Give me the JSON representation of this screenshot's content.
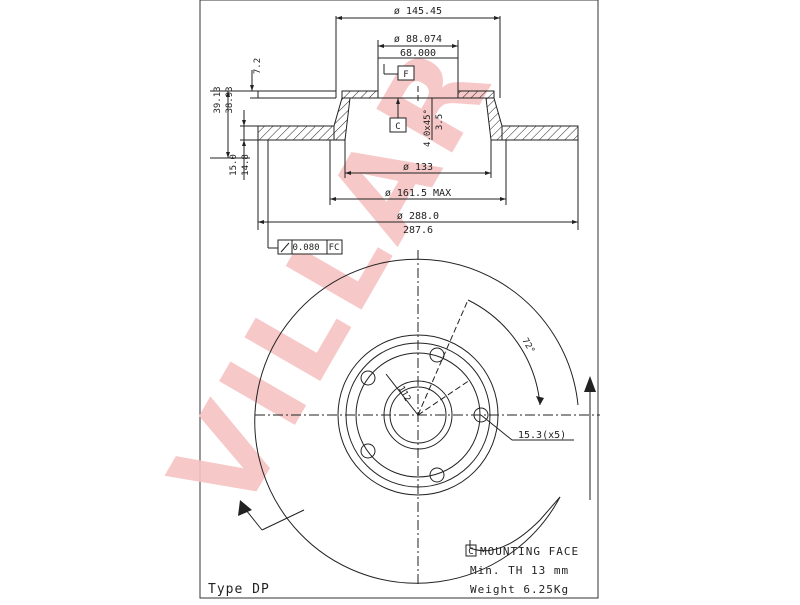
{
  "dimensions": {
    "d_outer_top": "ø 145.45",
    "d_pcd": "ø 88.074",
    "d_hub": "68.000",
    "h_total_a": "39.13",
    "h_total_b": "38.93",
    "h_hat": "7.2",
    "chamfer": "4.0x45°",
    "chamfer_b": "3.5",
    "d_inner": "ø 133",
    "d_max": "ø 161.5 MAX",
    "d_disc_a": "ø 288.0",
    "d_disc_b": "287.6",
    "thick_a": "15.0",
    "thick_b": "14.8",
    "angle": "72°",
    "pcd_radius": "112",
    "holes": "15.3(x5)"
  },
  "tags": {
    "datum_f": "F",
    "datum_c": "C",
    "runout": "0.080",
    "runout_ref": "FC"
  },
  "notes": {
    "mounting_box": "C",
    "mounting_label": "MOUNTING FACE",
    "min_th": "Min. TH  13  mm",
    "weight": "Weight  6.25Kg",
    "type": "Type  DP"
  },
  "watermark": "VILLAR",
  "colors": {
    "line": "#222222",
    "watermark": "#f4b4b4"
  }
}
